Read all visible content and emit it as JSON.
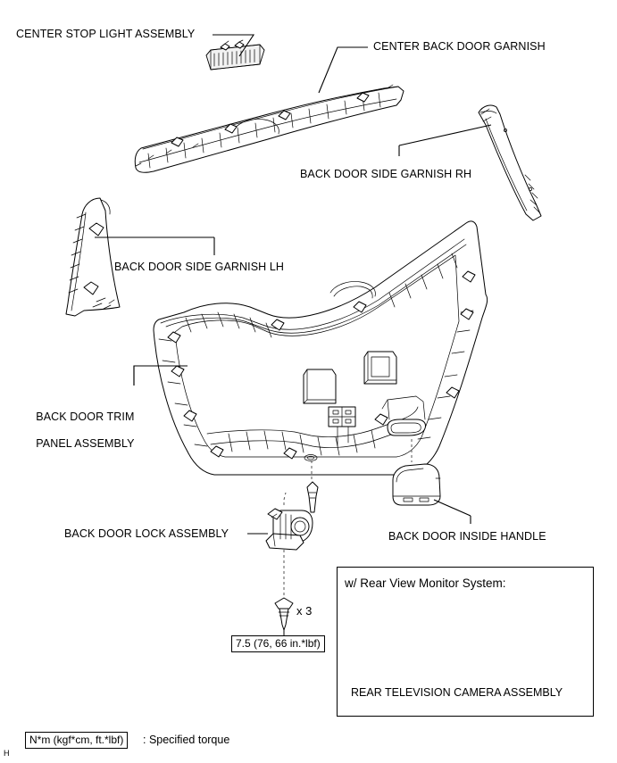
{
  "document": {
    "type": "service-manual-exploded-view",
    "page_corner_mark": "H"
  },
  "callouts": [
    {
      "id": "center-stop-light-assembly",
      "text": "CENTER STOP LIGHT ASSEMBLY"
    },
    {
      "id": "center-back-door-garnish",
      "text": "CENTER BACK DOOR GARNISH"
    },
    {
      "id": "back-door-side-garnish-rh",
      "text": "BACK DOOR SIDE GARNISH RH"
    },
    {
      "id": "back-door-side-garnish-lh",
      "text": "BACK DOOR SIDE GARNISH LH"
    },
    {
      "id": "back-door-trim-panel-assembly-line1",
      "text": "BACK DOOR TRIM"
    },
    {
      "id": "back-door-trim-panel-assembly-line2",
      "text": "PANEL ASSEMBLY"
    },
    {
      "id": "back-door-lock-assembly",
      "text": "BACK DOOR LOCK ASSEMBLY"
    },
    {
      "id": "back-door-inside-handle",
      "text": "BACK DOOR INSIDE HANDLE"
    }
  ],
  "fastener": {
    "quantity_label": "x 3",
    "torque_value": "7.5 (76, 66 in.*lbf)"
  },
  "inset": {
    "title": "w/ Rear View Monitor System:",
    "caption": "REAR TELEVISION CAMERA ASSEMBLY"
  },
  "legend": {
    "boxed_unit": "N*m (kgf*cm, ft.*lbf)",
    "description": ": Specified torque"
  },
  "colors": {
    "line": "#000000",
    "background": "#ffffff",
    "shade_light": "#f2f2f2",
    "shade_mid": "#cccccc",
    "dash": "#555555"
  }
}
